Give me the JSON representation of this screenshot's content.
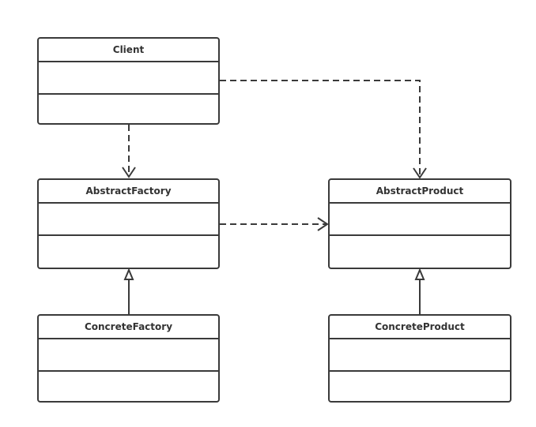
{
  "diagram": {
    "classes": [
      {
        "id": "client",
        "name": "Client"
      },
      {
        "id": "abstract-factory",
        "name": "AbstractFactory"
      },
      {
        "id": "abstract-product",
        "name": "AbstractProduct"
      },
      {
        "id": "concrete-factory",
        "name": "ConcreteFactory"
      },
      {
        "id": "concrete-product",
        "name": "ConcreteProduct"
      }
    ],
    "relations": [
      {
        "from": "client",
        "to": "abstract-factory",
        "type": "dependency"
      },
      {
        "from": "client",
        "to": "abstract-product",
        "type": "dependency"
      },
      {
        "from": "abstract-factory",
        "to": "abstract-product",
        "type": "dependency"
      },
      {
        "from": "concrete-factory",
        "to": "abstract-factory",
        "type": "generalization"
      },
      {
        "from": "concrete-product",
        "to": "abstract-product",
        "type": "generalization"
      }
    ],
    "colors": {
      "stroke": "#3a3a3a",
      "text": "#333333",
      "background": "#ffffff"
    }
  }
}
